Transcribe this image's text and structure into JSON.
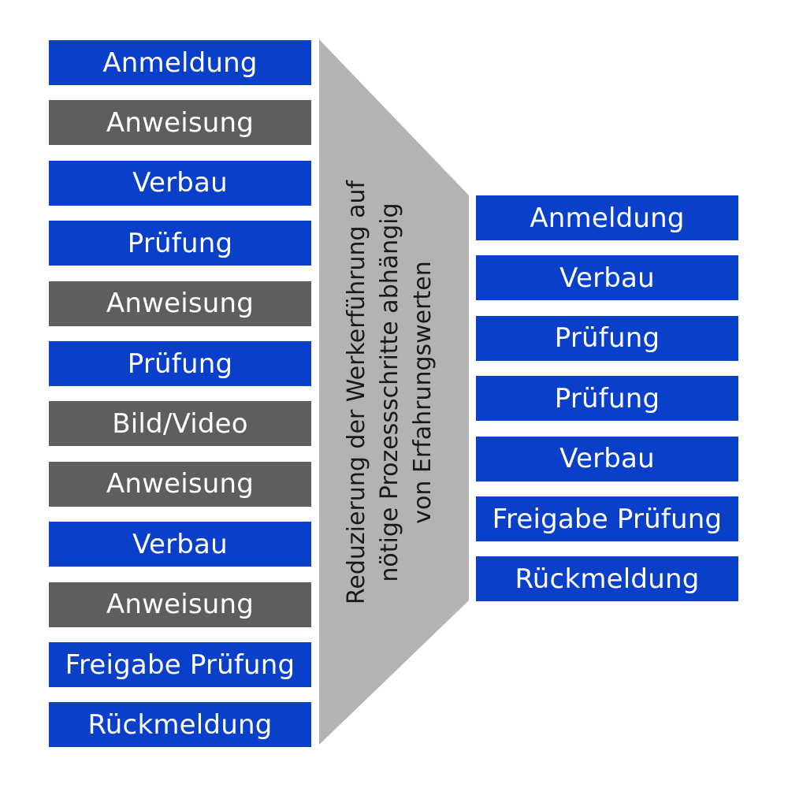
{
  "colors": {
    "blue": "#0a40c9",
    "gray": "#5e5e5e",
    "funnel": "#b3b3b3"
  },
  "left_steps": [
    {
      "label": "Anmeldung",
      "kind": "blue"
    },
    {
      "label": "Anweisung",
      "kind": "gray"
    },
    {
      "label": "Verbau",
      "kind": "blue"
    },
    {
      "label": "Prüfung",
      "kind": "blue"
    },
    {
      "label": "Anweisung",
      "kind": "gray"
    },
    {
      "label": "Prüfung",
      "kind": "blue"
    },
    {
      "label": "Bild/Video",
      "kind": "gray"
    },
    {
      "label": "Anweisung",
      "kind": "gray"
    },
    {
      "label": "Verbau",
      "kind": "blue"
    },
    {
      "label": "Anweisung",
      "kind": "gray"
    },
    {
      "label": "Freigabe Prüfung",
      "kind": "blue"
    },
    {
      "label": "Rückmeldung",
      "kind": "blue"
    }
  ],
  "right_steps": [
    {
      "label": "Anmeldung",
      "kind": "blue"
    },
    {
      "label": "Verbau",
      "kind": "blue"
    },
    {
      "label": "Prüfung",
      "kind": "blue"
    },
    {
      "label": "Prüfung",
      "kind": "blue"
    },
    {
      "label": "Verbau",
      "kind": "blue"
    },
    {
      "label": "Freigabe Prüfung",
      "kind": "blue"
    },
    {
      "label": "Rückmeldung",
      "kind": "blue"
    }
  ],
  "funnel": {
    "line1": "Reduzierung der Werkerführung auf",
    "line2": "nötige Prozessschritte abhängig",
    "line3": "von Erfahrungswerten"
  }
}
